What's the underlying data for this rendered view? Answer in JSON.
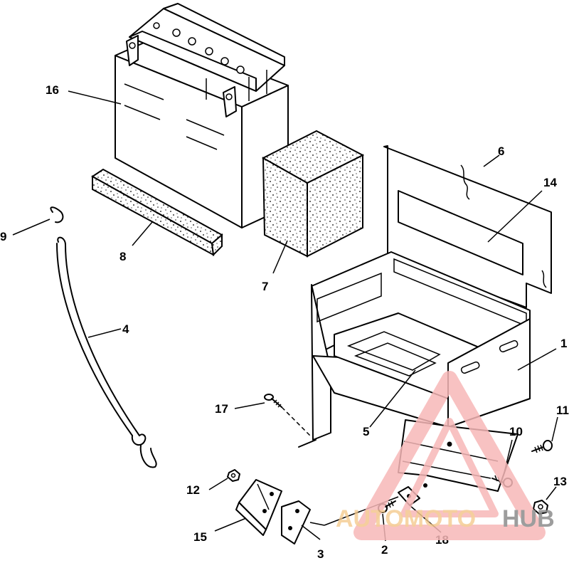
{
  "labels": {
    "l1": "1",
    "l2": "2",
    "l3": "3",
    "l4": "4",
    "l5": "5",
    "l6": "6",
    "l7": "7",
    "l8": "8",
    "l9": "9",
    "l10": "10",
    "l11": "11",
    "l12": "12",
    "l13": "13",
    "l14": "14",
    "l15": "15",
    "l16": "16",
    "l17": "17",
    "l18": "18"
  },
  "watermark": {
    "part1": "AUTOMOTO",
    "part2": "HUB",
    "color_primary": "#f7b8b8",
    "color_accent": "#f3c88a",
    "color_dark": "#8c8c8c"
  }
}
